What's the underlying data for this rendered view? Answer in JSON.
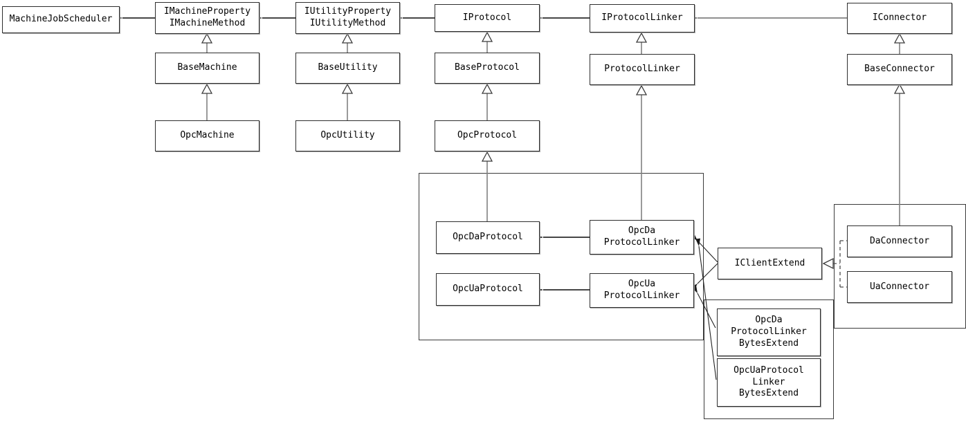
{
  "diagram": {
    "kind": "uml-class-diagram",
    "colors": {
      "background": "#ffffff",
      "box_border": "#2d2d2d",
      "box_fill": "#ffffff",
      "line_gray": "#808080",
      "arrow_black": "#1a1a1a",
      "text": "#000000"
    },
    "nodes": {
      "machineJobScheduler": {
        "lines": [
          "MachineJobScheduler"
        ]
      },
      "iMachine": {
        "lines": [
          "IMachineProperty",
          "IMachineMethod"
        ]
      },
      "iUtility": {
        "lines": [
          "IUtilityProperty",
          "IUtilityMethod"
        ]
      },
      "iProtocol": {
        "lines": [
          "IProtocol"
        ]
      },
      "iProtocolLinker": {
        "lines": [
          "IProtocolLinker"
        ]
      },
      "iConnector": {
        "lines": [
          "IConnector"
        ]
      },
      "baseMachine": {
        "lines": [
          "BaseMachine"
        ]
      },
      "baseUtility": {
        "lines": [
          "BaseUtility"
        ]
      },
      "baseProtocol": {
        "lines": [
          "BaseProtocol"
        ]
      },
      "protocolLinker": {
        "lines": [
          "ProtocolLinker"
        ]
      },
      "baseConnector": {
        "lines": [
          "BaseConnector"
        ]
      },
      "opcMachine": {
        "lines": [
          "OpcMachine"
        ]
      },
      "opcUtility": {
        "lines": [
          "OpcUtility"
        ]
      },
      "opcProtocol": {
        "lines": [
          "OpcProtocol"
        ]
      },
      "opcDaProtocol": {
        "lines": [
          "OpcDaProtocol"
        ]
      },
      "opcUaProtocol": {
        "lines": [
          "OpcUaProtocol"
        ]
      },
      "opcDaProtocolLinker": {
        "lines": [
          "OpcDa",
          "ProtocolLinker"
        ]
      },
      "opcUaProtocolLinker": {
        "lines": [
          "OpcUa",
          "ProtocolLinker"
        ]
      },
      "iClientExtend": {
        "lines": [
          "IClientExtend"
        ]
      },
      "daConnector": {
        "lines": [
          "DaConnector"
        ]
      },
      "uaConnector": {
        "lines": [
          "UaConnector"
        ]
      },
      "opcDaProtocolLinkerBytesExtend": {
        "lines": [
          "OpcDa",
          "ProtocolLinker",
          "BytesExtend"
        ]
      },
      "opcUaProtocolLinkerBytesExtend": {
        "lines": [
          "OpcUaProtocol",
          "Linker",
          "BytesExtend"
        ]
      }
    },
    "relations": [
      {
        "from": "IMachineProperty/IMachineMethod",
        "to": "MachineJobScheduler",
        "type": "association-arrow"
      },
      {
        "from": "IUtilityProperty/IUtilityMethod",
        "to": "IMachineProperty/IMachineMethod",
        "type": "association-arrow"
      },
      {
        "from": "IProtocol",
        "to": "IUtilityProperty/IUtilityMethod",
        "type": "association-arrow"
      },
      {
        "from": "IProtocolLinker",
        "to": "IProtocol",
        "type": "association-arrow"
      },
      {
        "from": "IConnector",
        "to": "IProtocolLinker",
        "type": "association-arrow"
      },
      {
        "from": "BaseMachine",
        "to": "IMachineProperty/IMachineMethod",
        "type": "generalization"
      },
      {
        "from": "OpcMachine",
        "to": "BaseMachine",
        "type": "generalization"
      },
      {
        "from": "BaseUtility",
        "to": "IUtilityProperty/IUtilityMethod",
        "type": "generalization"
      },
      {
        "from": "OpcUtility",
        "to": "BaseUtility",
        "type": "generalization"
      },
      {
        "from": "BaseProtocol",
        "to": "IProtocol",
        "type": "generalization"
      },
      {
        "from": "OpcProtocol",
        "to": "BaseProtocol",
        "type": "generalization"
      },
      {
        "from": "OpcDaProtocol",
        "to": "OpcProtocol",
        "type": "generalization"
      },
      {
        "from": "ProtocolLinker",
        "to": "IProtocolLinker",
        "type": "generalization"
      },
      {
        "from": "OpcDaProtocolLinker",
        "to": "ProtocolLinker",
        "type": "generalization"
      },
      {
        "from": "BaseConnector",
        "to": "IConnector",
        "type": "generalization"
      },
      {
        "from": "DaConnector",
        "to": "BaseConnector",
        "type": "generalization"
      },
      {
        "from": "OpcDaProtocolLinker",
        "to": "OpcDaProtocol",
        "type": "association-arrow"
      },
      {
        "from": "OpcUaProtocolLinker",
        "to": "OpcUaProtocol",
        "type": "association-arrow"
      },
      {
        "from": "IClientExtend",
        "to": "OpcDaProtocolLinker",
        "type": "association-arrow"
      },
      {
        "from": "IClientExtend",
        "to": "OpcUaProtocolLinker",
        "type": "association-arrow"
      },
      {
        "from": "OpcUaProtocolLinkerBytesExtend",
        "to": "OpcDaProtocolLinker",
        "type": "association-arrow"
      },
      {
        "from": "OpcDaProtocolLinkerBytesExtend",
        "to": "OpcUaProtocolLinker",
        "type": "association-arrow"
      },
      {
        "from": "DaConnector",
        "to": "IClientExtend",
        "type": "realization-dashed"
      },
      {
        "from": "UaConnector",
        "to": "IClientExtend",
        "type": "realization-dashed"
      }
    ],
    "groups": [
      {
        "id": "protocol-linker-group"
      },
      {
        "id": "bytes-extend-group"
      },
      {
        "id": "connector-group"
      }
    ]
  }
}
